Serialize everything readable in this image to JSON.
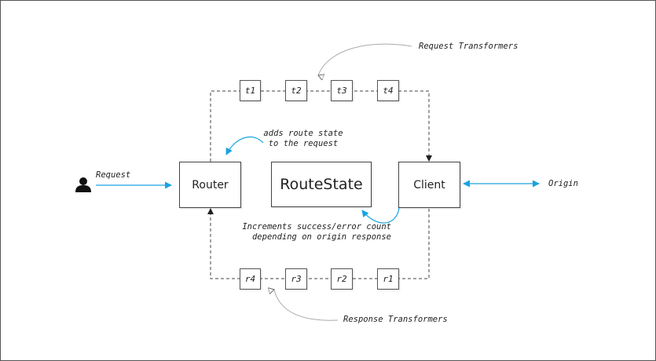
{
  "actor": {
    "icon": "user-icon"
  },
  "labels": {
    "request": "Request",
    "origin": "Origin",
    "request_transformers": "Request Transformers",
    "response_transformers": "Response Transformers",
    "route_state_note": "adds route state\nto the request",
    "client_note": "Increments success/error count\ndepending on origin response"
  },
  "nodes": {
    "router": "Router",
    "route_state": "RouteState",
    "client": "Client"
  },
  "request_transformers": [
    "t1",
    "t2",
    "t3",
    "t4"
  ],
  "response_transformers": [
    "r4",
    "r3",
    "r2",
    "r1"
  ],
  "colors": {
    "accent": "#1aa3e0",
    "line": "#444444",
    "callout": "#aaaaaa"
  }
}
